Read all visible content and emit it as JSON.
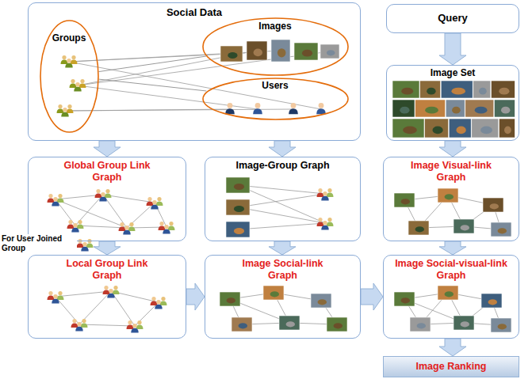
{
  "diagram": {
    "nodes": [
      {
        "text": [
          "Social Data"
        ]
      },
      {
        "text": [
          "Groups"
        ],
        "in": 0
      },
      {
        "text": [
          "Images"
        ],
        "in": 0
      },
      {
        "text": [
          "Users"
        ],
        "in": 0
      },
      {
        "text": [
          "Query"
        ]
      },
      {
        "text": [
          "Image Set"
        ]
      },
      {
        "text": [
          "Global Group Link Graph"
        ]
      },
      {
        "text": [
          "Image-Group Graph"
        ]
      },
      {
        "text": [
          "Image Visual-link Graph"
        ]
      },
      {
        "text": [
          "Local Group Link Graph"
        ]
      },
      {
        "text": [
          "Image Social-link Graph"
        ]
      },
      {
        "text": [
          "Image Social-visual-link Graph"
        ]
      },
      {
        "text": [
          "Image Ranking"
        ]
      }
    ],
    "edges": [
      {
        "from": 1,
        "to": 2,
        "arrow": "none"
      },
      {
        "from": 1,
        "to": 3,
        "arrow": "none"
      },
      {
        "from": 0,
        "to": 6,
        "arrow": "to"
      },
      {
        "from": 0,
        "to": 7,
        "arrow": "to"
      },
      {
        "from": 4,
        "to": 5,
        "arrow": "to"
      },
      {
        "from": 5,
        "to": 8,
        "arrow": "to"
      },
      {
        "from": 6,
        "to": 9,
        "label": "For User Joined Group",
        "arrow": "to"
      },
      {
        "from": 9,
        "to": 10,
        "arrow": "to"
      },
      {
        "from": 7,
        "to": 10,
        "arrow": "to"
      },
      {
        "from": 10,
        "to": 11,
        "arrow": "to"
      },
      {
        "from": 8,
        "to": 11,
        "arrow": "to"
      },
      {
        "from": 11,
        "to": 12,
        "arrow": "to"
      }
    ]
  }
}
